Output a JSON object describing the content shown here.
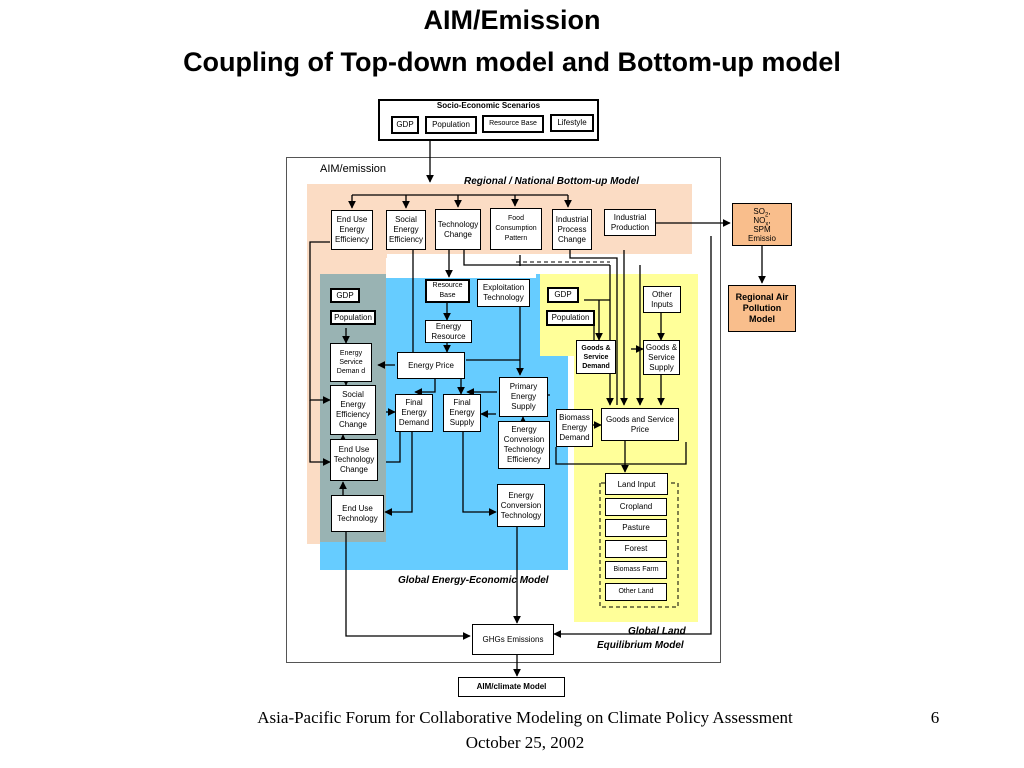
{
  "title": {
    "line1": "AIM/Emission",
    "line2": "Coupling of Top-down model and Bottom-up model"
  },
  "scenarios": {
    "header": "Socio-Economic Scenarios",
    "items": [
      "GDP",
      "Population",
      "Resource Base",
      "Lifestyle"
    ]
  },
  "aim_emission_label": "AIM/emission",
  "regions": {
    "bottom_up": "Regional / National Bottom-up Model",
    "energy_economic": "Global Energy-Economic Model",
    "land_line1": "Global Land",
    "land_line2": "Equilibrium Model"
  },
  "top_boxes": {
    "end_use_energy_efficiency": "End Use Energy Efficiency",
    "social_energy_efficiency": "Social Energy Efficiency",
    "technology_change": "Technology Change",
    "food_consumption_pattern": "Food Consumption Pattern",
    "industrial_process_change": "Industrial Process Change",
    "industrial_production": "Industrial Production"
  },
  "outputs": {
    "so_prefix": "SO",
    "so_sub": "2",
    "no_prefix": "NO",
    "no_sub": "x",
    "spm": "SPM",
    "emission": "Emissio",
    "regional_air": "Regional Air Pollution Model"
  },
  "left_column": {
    "gdp": "GDP",
    "population": "Population",
    "energy_service_demand": "Energy Service Deman d",
    "social_energy_efficiency_change": "Social Energy Efficiency Change",
    "end_use_technology_change": "End Use Technology Change",
    "end_use_technology": "End Use Technology"
  },
  "energy_boxes": {
    "resource_base": "Resource Base",
    "exploitation_technology": "Exploitation Technology",
    "energy_resource": "Energy Resource",
    "energy_price": "Energy Price",
    "final_energy_demand": "Final Energy Demand",
    "final_energy_supply": "Final Energy Supply",
    "primary_energy_supply": "Primary Energy Supply",
    "energy_conversion_technology_efficiency": "Energy Conversion Technology Efficiency",
    "energy_conversion_technology": "Energy Conversion Technology",
    "biomass_energy_demand": "Biomass Energy Demand"
  },
  "land_boxes": {
    "gdp": "GDP",
    "population": "Population",
    "other_inputs": "Other Inputs",
    "goods_service_demand": "Goods & Service Demand",
    "goods_service_supply": "Goods & Service Supply",
    "goods_service_price": "Goods and Service Price",
    "land_input": "Land Input",
    "land_items": [
      "Cropland",
      "Pasture",
      "Forest",
      "Biomass Farm",
      "Other Land"
    ]
  },
  "ghgs": "GHGs Emissions",
  "aim_climate": "AIM/climate Model",
  "footer": {
    "line1": "Asia-Pacific Forum for Collaborative Modeling on Climate Policy Assessment",
    "line2": "October 25, 2002",
    "page": "6"
  },
  "colors": {
    "peach": "#fbdcc4",
    "blue": "#66ccff",
    "yellow": "#ffff99",
    "grey": "#99b3b3",
    "orange": "#f9be8c"
  }
}
